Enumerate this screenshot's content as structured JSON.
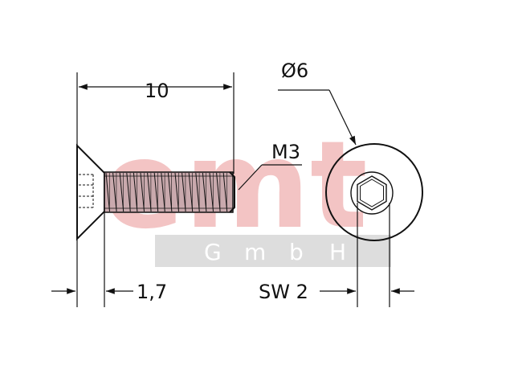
{
  "watermark": {
    "logo": "emt",
    "company_letters": [
      "G",
      "m",
      "b",
      "H"
    ],
    "logo_color": "#f3c4c4",
    "band_color": "#dddddd"
  },
  "dimensions": {
    "length": "10",
    "thread": "M3",
    "head_diameter": "Ø6",
    "head_height": "1,7",
    "socket_size": "SW 2"
  },
  "colors": {
    "line": "#111111",
    "thread_fill": "#c9a9ad"
  }
}
